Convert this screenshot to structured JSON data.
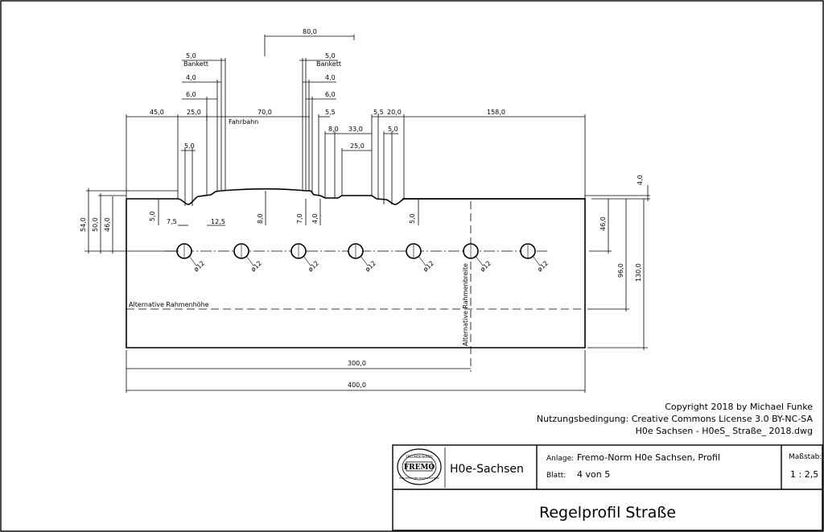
{
  "dimensions": {
    "top": [
      "80,0",
      "5,0",
      "5,0",
      "4,0",
      "4,0",
      "6,0",
      "6,0",
      "45,0",
      "25,0",
      "70,0",
      "5,5",
      "5,5",
      "20,0",
      "158,0",
      "8,0",
      "33,0",
      "5,0",
      "25,0",
      "5,0"
    ],
    "labels": {
      "bankett_left": "Bankett",
      "bankett_right": "Bankett",
      "fahrbahn": "Fahrbahn"
    },
    "profile": [
      "7,5",
      "12,5",
      "8,0",
      "7,0",
      "4,0",
      "5,0",
      "5,0"
    ],
    "left": [
      "54,0",
      "50,0",
      "46,0"
    ],
    "right": [
      "4,0",
      "46,0",
      "96,0",
      "130,0"
    ],
    "bottom": [
      "300,0",
      "400,0"
    ],
    "holes": [
      "ø12",
      "ø12",
      "ø12",
      "ø12",
      "ø12",
      "ø12",
      "ø12"
    ]
  },
  "annotations": {
    "alt_height": "Alternative Rahmenhöhe",
    "alt_width": "Alternative Rahmenbreite"
  },
  "copyright": {
    "line1": "Copyright 2018 by Michael Funke",
    "line2": "Nutzungsbedingung: Creative Commons License 3.0 BY-NC-SA",
    "line3": "H0e Sachsen - H0eS_ Straße_ 2018.dwg"
  },
  "title_block": {
    "logo_text": "FREMO",
    "logo_ring_top": "FREUNDESKREIS",
    "logo_ring_bottom": "EUROPÄISCHER MODELLBAHNER",
    "group": "H0e-Sachsen",
    "anlage_label": "Anlage:",
    "anlage_value": "Fremo-Norm H0e Sachsen, Profil",
    "blatt_label": "Blatt:",
    "blatt_value": "4 von 5",
    "massstab_label": "Maßstab:",
    "massstab_value": "1 : 2,5",
    "title": "Regelprofil Straße"
  }
}
